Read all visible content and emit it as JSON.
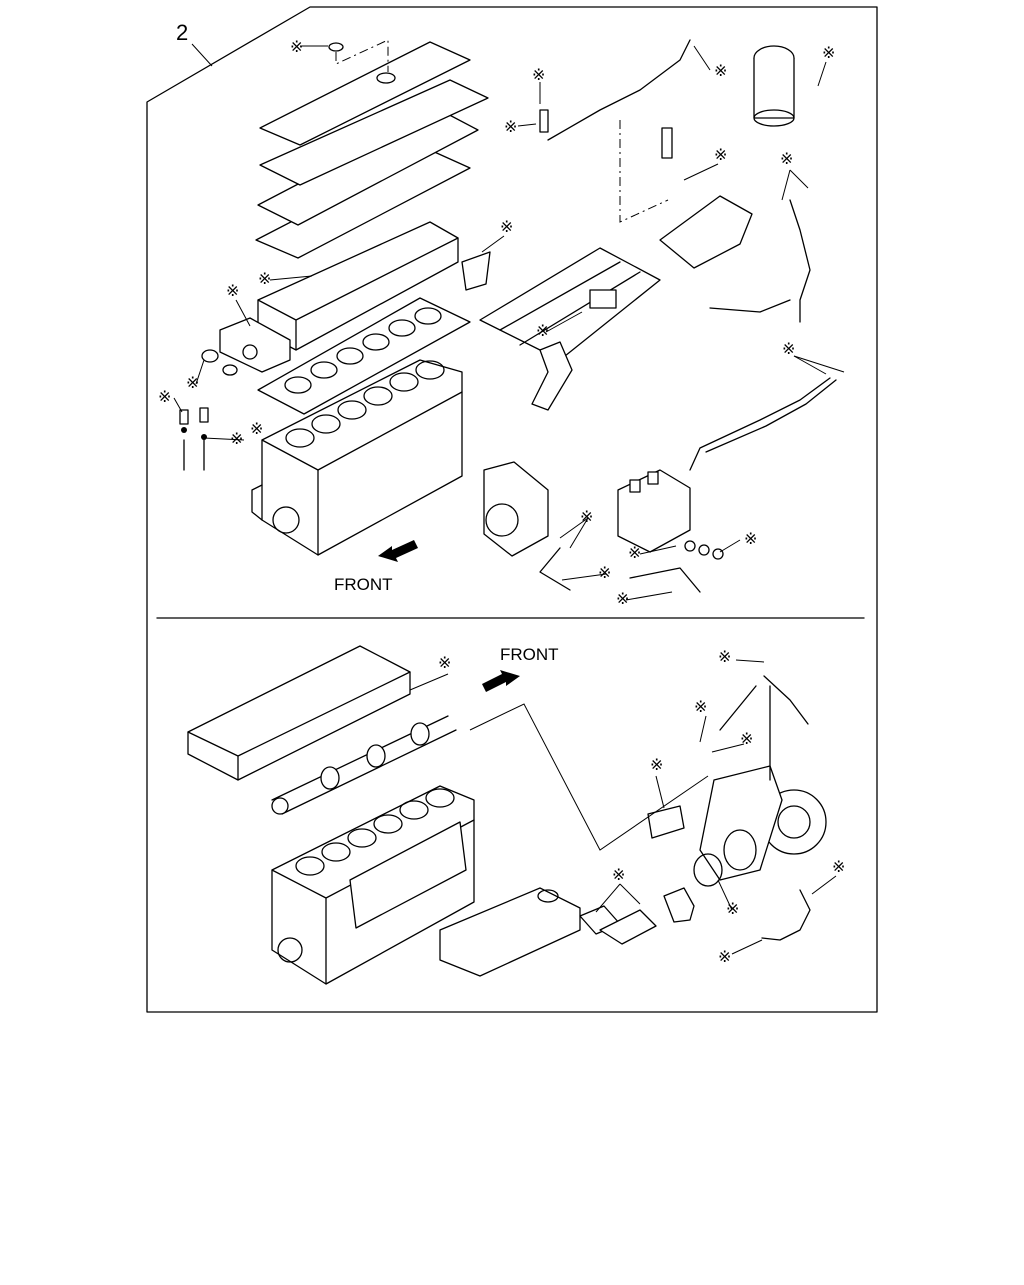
{
  "item_number": "2",
  "front_label_top": "FRONT",
  "front_label_bottom": "FRONT",
  "kit_marker": "※"
}
